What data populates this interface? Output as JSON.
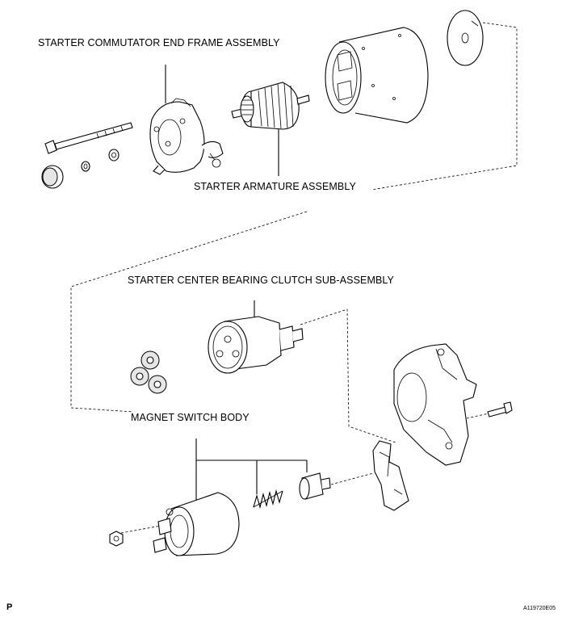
{
  "labels": {
    "commutator_end_frame": "STARTER COMMUTATOR END FRAME ASSEMBLY",
    "armature": "STARTER ARMATURE ASSEMBLY",
    "center_bearing_clutch": "STARTER CENTER BEARING CLUTCH SUB-ASSEMBLY",
    "magnet_switch": "MAGNET SWITCH BODY"
  },
  "corner": {
    "page_letter": "P",
    "figure_id": "A119720E05"
  }
}
